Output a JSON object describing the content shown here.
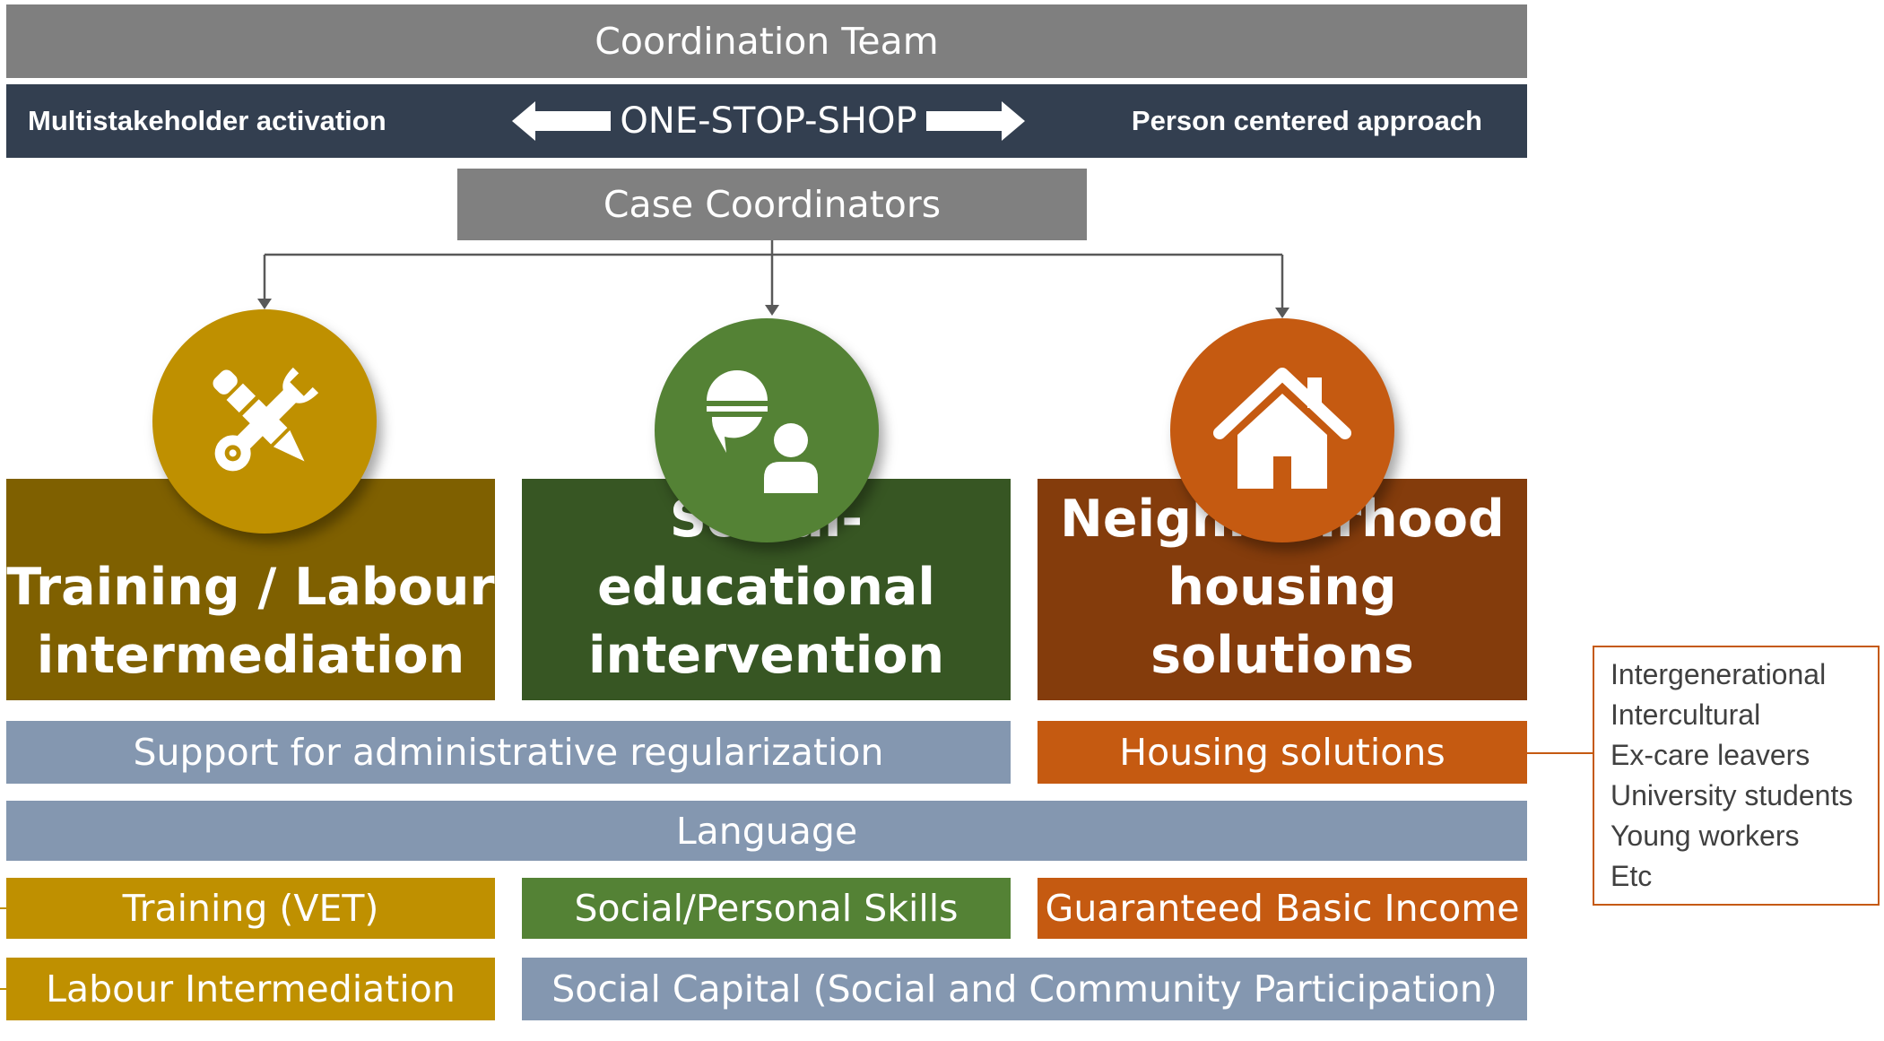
{
  "header": {
    "coordination_team": "Coordination Team",
    "left_label": "Multistakeholder activation",
    "center_label": "ONE-STOP-SHOP",
    "right_label": "Person centered approach",
    "case_coordinators": "Case Coordinators"
  },
  "pillars": [
    {
      "line1": "Training / Labour",
      "line2": "intermediation",
      "icon": "tools-icon"
    },
    {
      "line1": "Social-educational",
      "line2": "intervention",
      "icon": "chat-person-icon"
    },
    {
      "line1": "Neighbourhood",
      "line2": "housing solutions",
      "icon": "house-icon"
    }
  ],
  "rows": {
    "support": "Support for administrative regularization",
    "housing": "Housing solutions",
    "language": "Language",
    "training_vet": "Training (VET)",
    "social_skills": "Social/Personal Skills",
    "basic_income": "Guaranteed Basic Income",
    "labour_intermediation": "Labour Intermediation",
    "social_capital": "Social Capital (Social and Community Participation)"
  },
  "housing_types": [
    "Intergenerational",
    "Intercultural",
    "Ex-care leavers",
    "University students",
    "Young workers",
    "Etc"
  ],
  "colors": {
    "gray": "#7f7f7f",
    "navy": "#333f50",
    "gold": "#bf9000",
    "dark_gold": "#7f6000",
    "green": "#548235",
    "dark_green": "#375623",
    "orange": "#c55a11",
    "dark_orange": "#843c0c",
    "blue_gray": "#8497b0"
  }
}
